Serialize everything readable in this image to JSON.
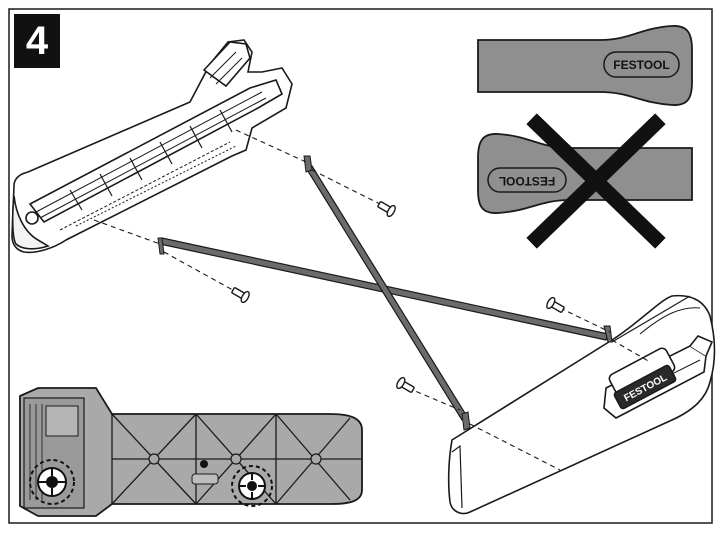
{
  "step": {
    "number": "4"
  },
  "brand": {
    "name": "FESTOOL"
  },
  "orientation": {
    "correct": {
      "logo_text": "FESTOOL"
    },
    "incorrect": {
      "logo_text": "FESTOOL"
    }
  },
  "rail_logo": {
    "text": "FESTOOL"
  },
  "colors": {
    "outline": "#1a1a1a",
    "plate": "#8f8f8f",
    "part_fill": "#ffffff",
    "strut": "#6b6b6b",
    "cross": "#111111",
    "underside": "#a9a9a9"
  },
  "icons": {
    "wrong_mark": "x-cross-icon",
    "screw": "screw-icon",
    "adjust_dial": "dial-icon"
  }
}
